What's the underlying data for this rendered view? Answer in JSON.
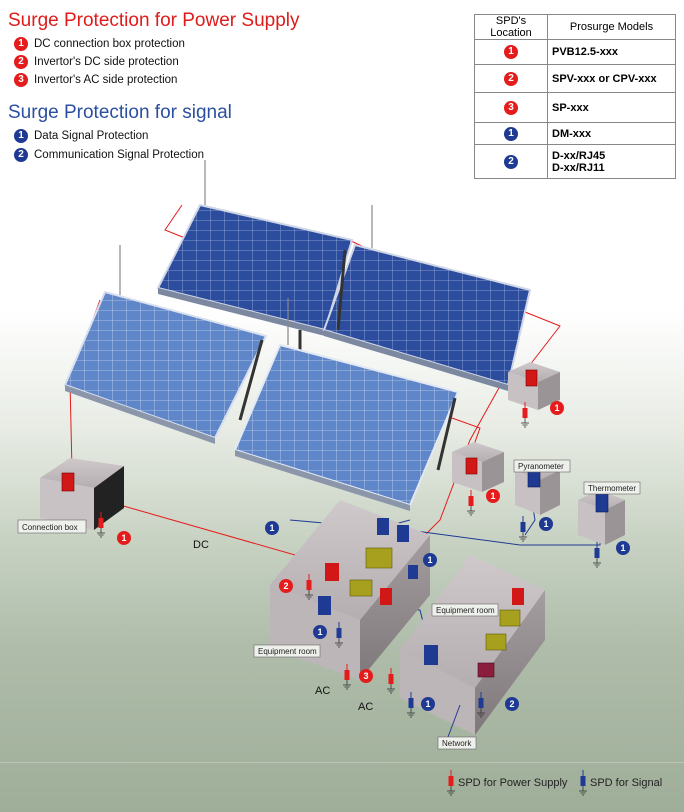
{
  "power": {
    "title": "Surge Protection for Power Supply",
    "items": [
      {
        "num": "1",
        "text": "DC connection box protection"
      },
      {
        "num": "2",
        "text": "Invertor's DC side protection"
      },
      {
        "num": "3",
        "text": "Invertor's AC side protection"
      }
    ]
  },
  "signal": {
    "title": "Surge Protection for signal",
    "items": [
      {
        "num": "1",
        "text": "Data Signal Protection"
      },
      {
        "num": "2",
        "text": "Communication Signal Protection"
      }
    ]
  },
  "table": {
    "headers": [
      "SPD's Location",
      "Prosurge Models"
    ],
    "rows": [
      {
        "num": "1",
        "kind": "power",
        "model": "PVB12.5-xxx"
      },
      {
        "num": "2",
        "kind": "power",
        "model": "SPV-xxx or CPV-xxx"
      },
      {
        "num": "3",
        "kind": "power",
        "model": "SP-xxx"
      },
      {
        "num": "1",
        "kind": "signal",
        "model": "DM-xxx"
      },
      {
        "num": "2",
        "kind": "signal",
        "model": "D-xx/RJ45",
        "model2": "D-xx/RJ11"
      }
    ]
  },
  "diagram": {
    "labels": {
      "connection_box": "Connection box",
      "pyranometer": "Pyranometer",
      "thermometer": "Thermometer",
      "equipment_room_1": "Equipment room",
      "equipment_room_2": "Equipment room",
      "network": "Network",
      "dc": "DC",
      "ac1": "AC",
      "ac2": "AC"
    },
    "badges": {
      "b1": "1",
      "b2": "1",
      "b3": "1",
      "b4": "1",
      "b5": "1",
      "b6": "1",
      "b7": "2",
      "b8": "1",
      "b9": "3",
      "b10": "1",
      "b11": "1",
      "b12": "1",
      "b13": "2"
    }
  },
  "footer": {
    "power_label": "SPD for Power Supply",
    "signal_label": "SPD for Signal"
  },
  "colors": {
    "power": "#e41c1c",
    "signal": "#1f3a93",
    "panel": "#2e4a9e"
  }
}
